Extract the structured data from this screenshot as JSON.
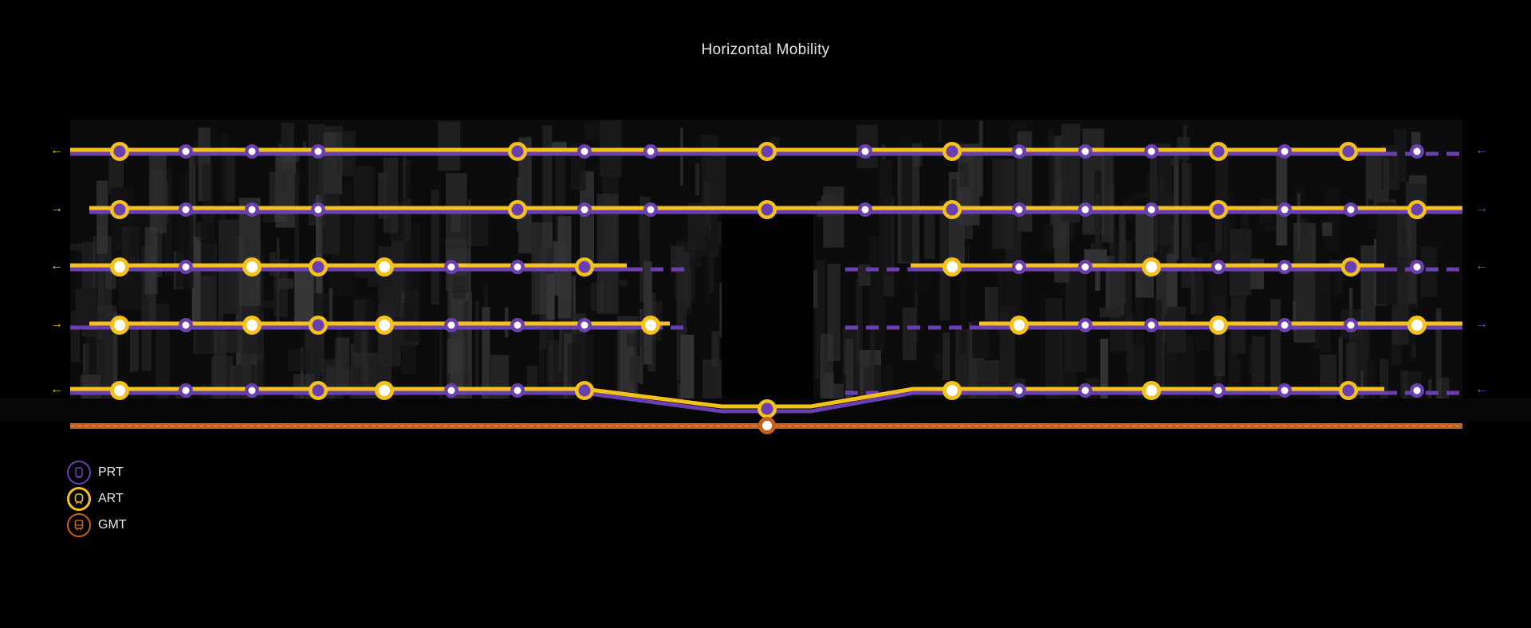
{
  "title": "Horizontal Mobility",
  "colors": {
    "background": "#000000",
    "prt": "#6a3fb0",
    "prt_light": "#7b52c6",
    "art": "#f4c21a",
    "gmt": "#c8621b",
    "station_fill": "#ffffff"
  },
  "legend": [
    {
      "key": "prt",
      "label": "PRT",
      "icon": "pod-icon"
    },
    {
      "key": "art",
      "label": "ART",
      "icon": "tram-icon"
    },
    {
      "key": "gmt",
      "label": "GMT",
      "icon": "train-icon"
    }
  ],
  "lines": [
    {
      "direction": "left"
    },
    {
      "direction": "right"
    },
    {
      "direction": "left"
    },
    {
      "direction": "right"
    },
    {
      "direction": "left"
    }
  ]
}
